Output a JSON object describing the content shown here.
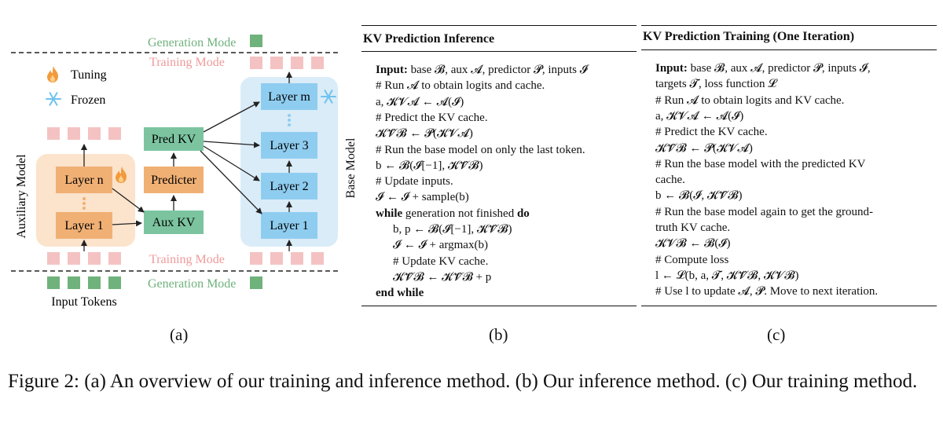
{
  "diagram": {
    "generation_mode": "Generation Mode",
    "training_mode": "Training Mode",
    "legend_tuning": "Tuning",
    "legend_frozen": "Frozen",
    "auxiliary_model": "Auxiliary Model",
    "base_model": "Base Model",
    "input_tokens": "Input Tokens",
    "aux_layer_n": "Layer n",
    "aux_layer_1": "Layer 1",
    "predicter": "Predicter",
    "pred_kv": "Pred KV",
    "aux_kv": "Aux KV",
    "base_layer_m": "Layer m",
    "base_layer_3": "Layer 3",
    "base_layer_2": "Layer 2",
    "base_layer_1": "Layer 1",
    "colors": {
      "token_pink": "#f4c2c2",
      "token_green": "#6fb27c",
      "aux_bg": "#fbe3cc",
      "aux_box": "#f0b074",
      "kv_green": "#7cc4a0",
      "base_bg": "#d9ecf8",
      "base_box": "#8fcdf0",
      "flame": "#f39a3c",
      "snow": "#6fc3ee"
    }
  },
  "inference": {
    "title": "KV Prediction Inference",
    "lines": [
      "Input: base 𝓑, aux 𝓐, predictor 𝓟, inputs 𝓘",
      "# Run 𝓐 to obtain logits and cache.",
      "a, 𝓚𝓥𝓐 ← 𝓐(𝓘)",
      "# Predict the KV cache.",
      "𝓚𝓥̂𝓑 ← 𝓟(𝓚𝓥𝓐)",
      "# Run the base model on only the last token.",
      "b ← 𝓑(𝓘[−1], 𝓚𝓥̂𝓑)",
      "# Update inputs.",
      "𝓘 ← 𝓘 + sample(b)",
      "while generation not finished do",
      "b, p ← 𝓑(𝓘[−1], 𝓚𝓥̂𝓑)",
      "𝓘 ← 𝓘 + argmax(b)",
      "# Update KV cache.",
      "𝓚𝓥̂𝓑 ← 𝓚𝓥̂𝓑 + p",
      "end while"
    ]
  },
  "training": {
    "title": "KV Prediction Training (One Iteration)",
    "lines": [
      "Input: base 𝓑, aux 𝓐, predictor 𝓟, inputs 𝓘,",
      "targets 𝓣, loss function 𝓛",
      "# Run 𝓐 to obtain logits and KV cache.",
      "a, 𝓚𝓥𝓐 ← 𝓐(𝓘)",
      "# Predict the KV cache.",
      "𝓚𝓥̂𝓑 ← 𝓟(𝓚𝓥𝓐)",
      "# Run the base model with the predicted KV",
      "cache.",
      "b ← 𝓑(𝓘, 𝓚𝓥̂𝓑)",
      "# Run the base model again to get the ground-",
      "truth KV cache.",
      "𝓚𝓥𝓑 ← 𝓑(𝓘)",
      "# Compute loss",
      "l ← 𝓛(b, a, 𝓣, 𝓚𝓥̂𝓑, 𝓚𝓥𝓑)",
      "# Use l to update 𝓐, 𝓟. Move to next iteration."
    ]
  },
  "labels": {
    "a": "(a)",
    "b": "(b)",
    "c": "(c)"
  },
  "caption": "Figure 2: (a) An overview of our training and inference method. (b) Our inference method. (c) Our training method."
}
